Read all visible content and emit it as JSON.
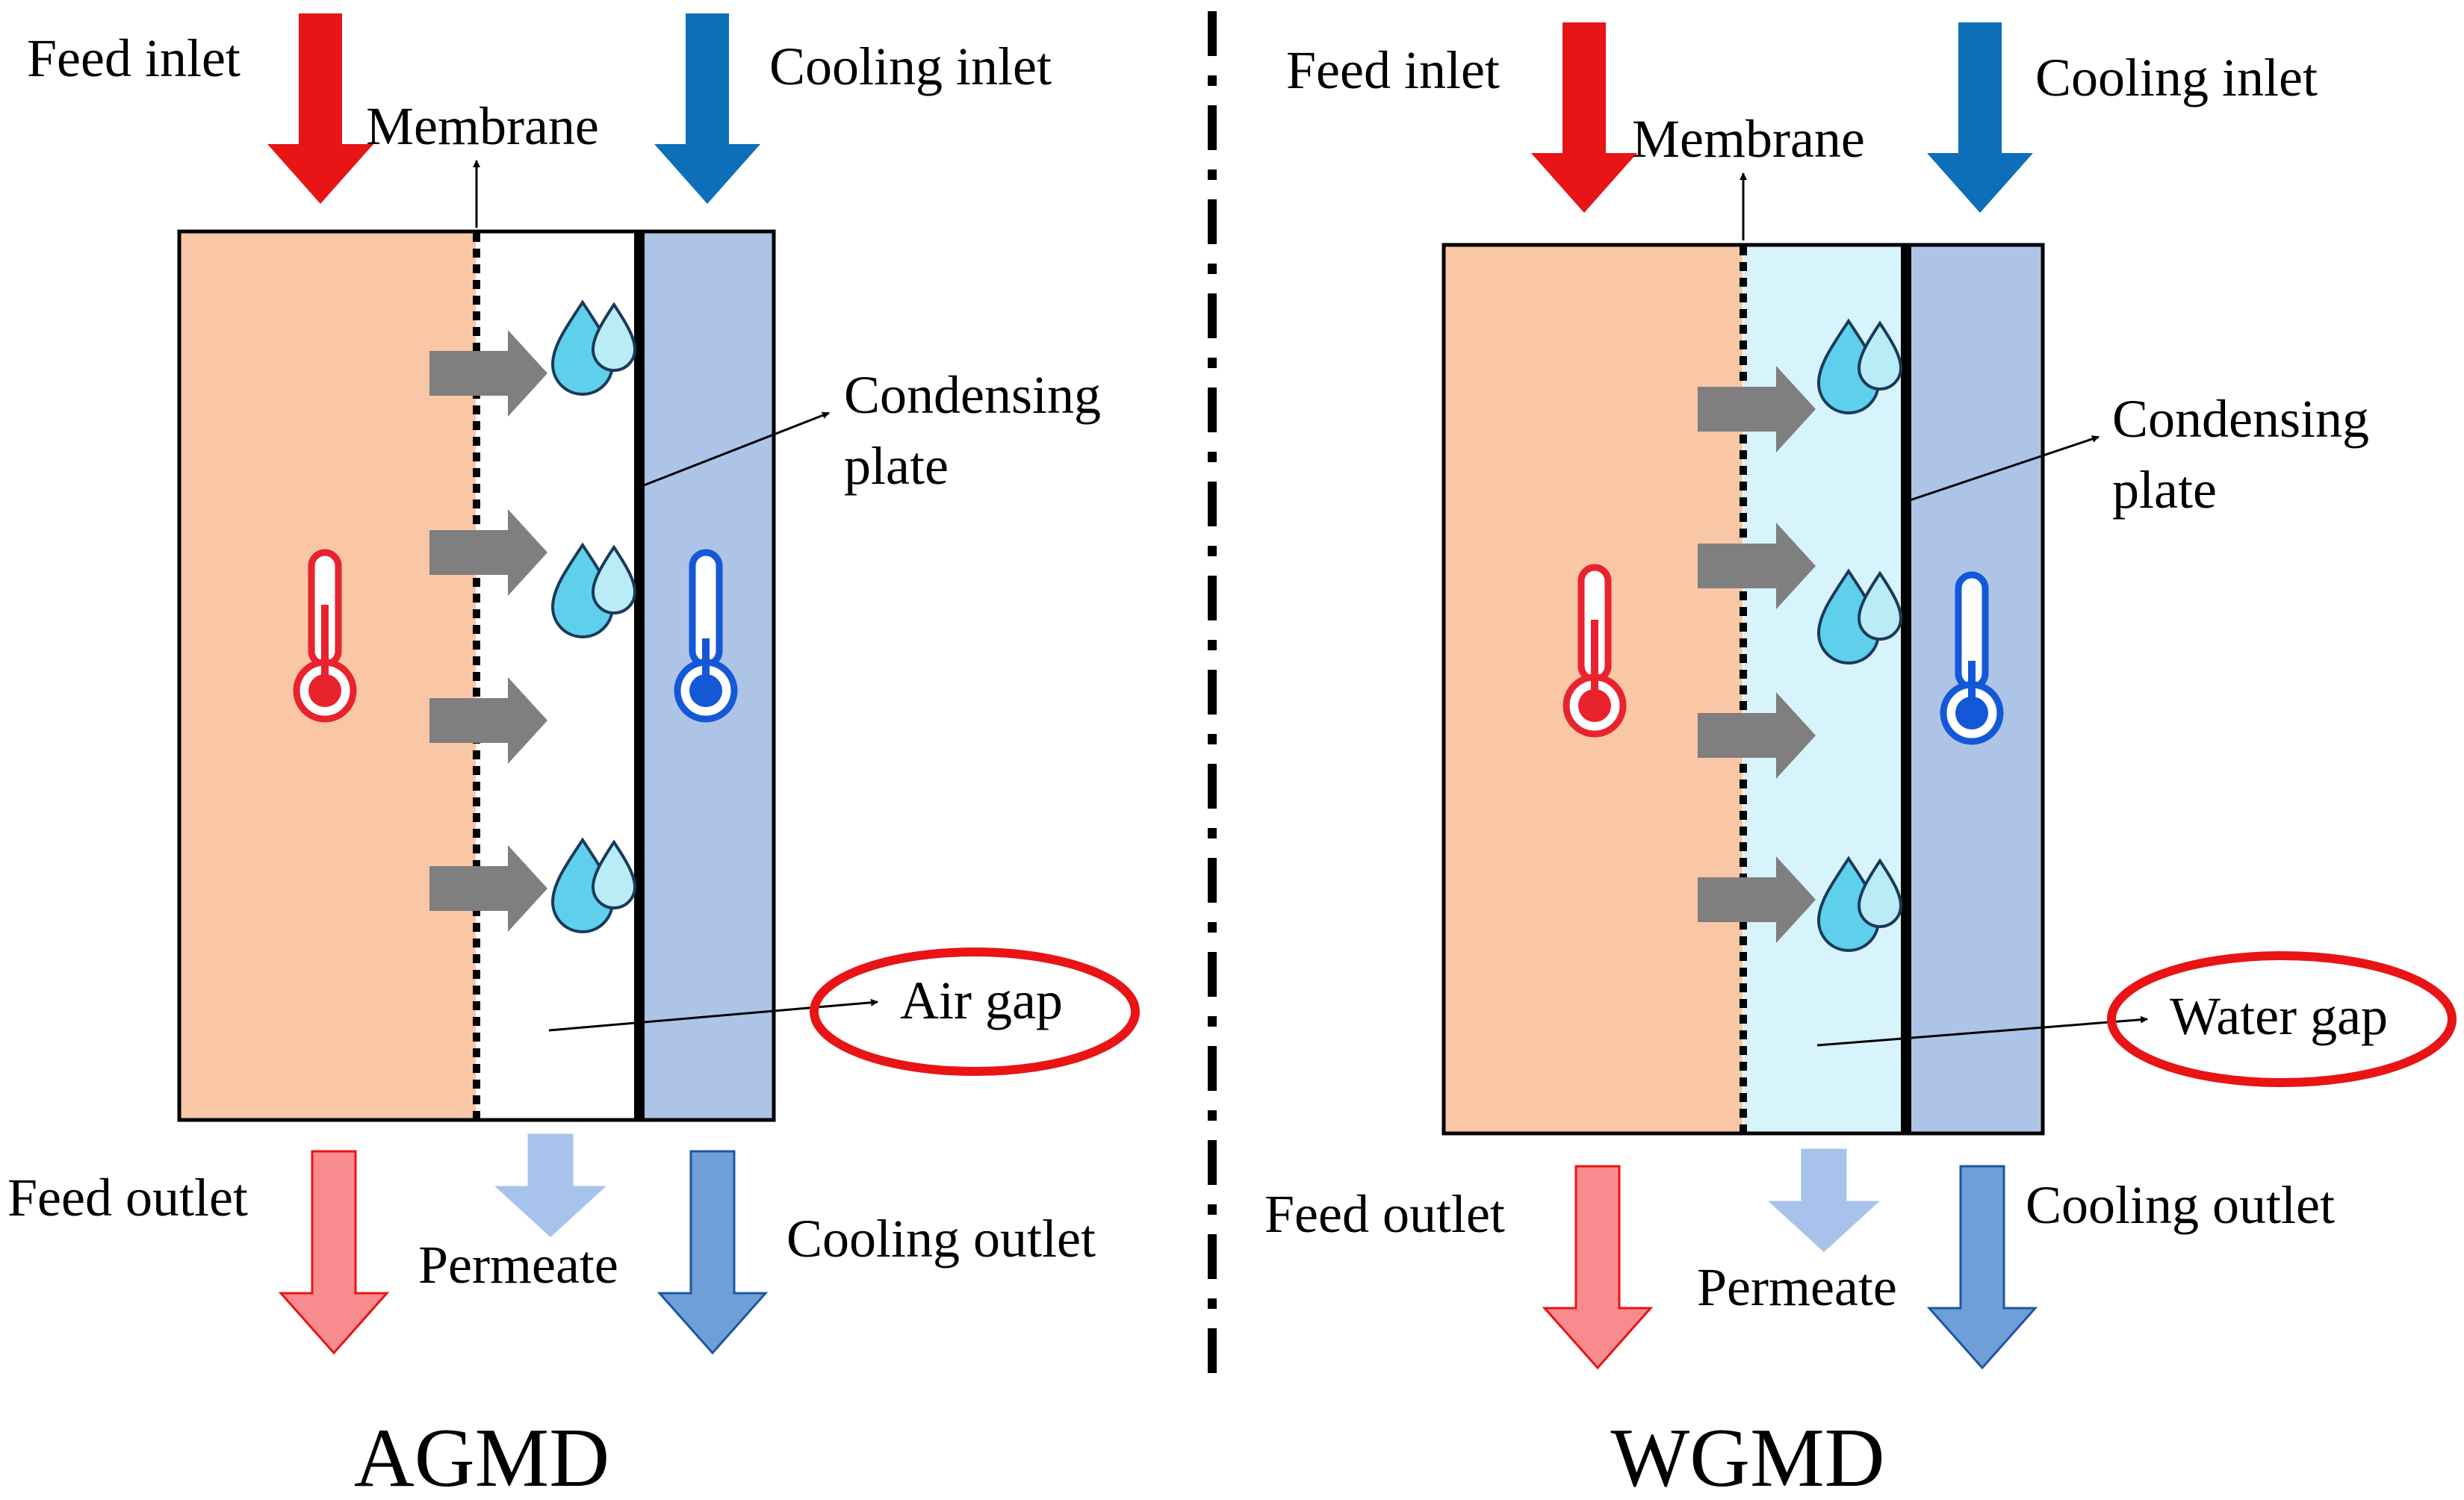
{
  "colors": {
    "feed": "#f9c6a6",
    "cooling_channel": "#aec4e6",
    "water_gap": "#d7f3fb",
    "hot_arrow": "#e81416",
    "cold_arrow": "#0c6fb8",
    "outlet_hot": "#f78b8e",
    "outlet_permeate": "#a7c3ec",
    "outlet_cold": "#6f9fd8",
    "flux_arrow": "#7f7f7f",
    "droplet": "#5fd0ec",
    "thermometer_hot": "#e8232e",
    "thermometer_cold": "#1458d8",
    "highlight_ellipse": "#e81416"
  },
  "icons": [
    "thermometer-icon",
    "water-droplet-icon",
    "flux-arrow-icon"
  ],
  "panels": [
    {
      "id": "agmd",
      "title": "AGMD",
      "feed_inlet": "Feed inlet",
      "cooling_inlet": "Cooling inlet",
      "membrane": "Membrane",
      "condensing_plate_line1": "Condensing",
      "condensing_plate_line2": "plate",
      "gap_label": "Air gap",
      "feed_outlet": "Feed outlet",
      "permeate": "Permeate",
      "cooling_outlet": "Cooling outlet"
    },
    {
      "id": "wgmd",
      "title": "WGMD",
      "feed_inlet": "Feed inlet",
      "cooling_inlet": "Cooling inlet",
      "membrane": "Membrane",
      "condensing_plate_line1": "Condensing",
      "condensing_plate_line2": "plate",
      "gap_label": "Water gap",
      "feed_outlet": "Feed outlet",
      "permeate": "Permeate",
      "cooling_outlet": "Cooling outlet"
    }
  ]
}
